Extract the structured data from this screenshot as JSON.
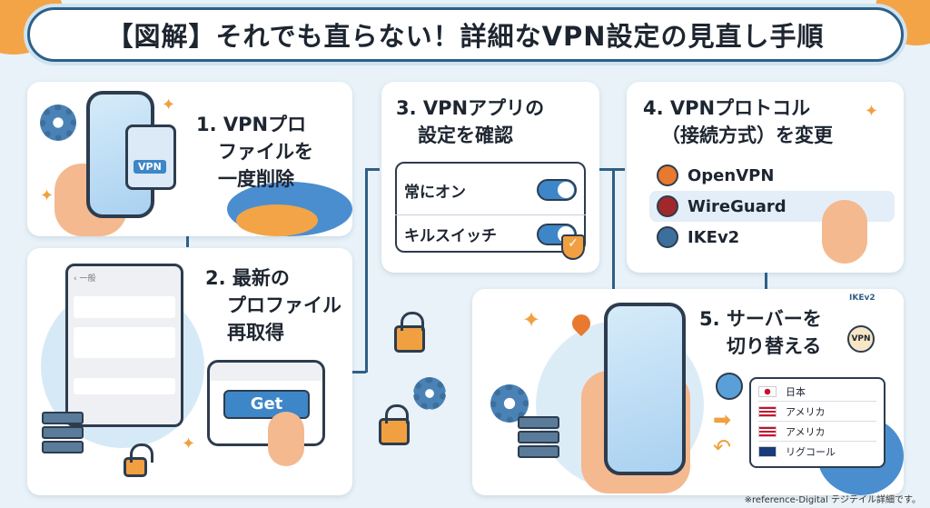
{
  "title": "【図解】それでも直らない！詳細なVPN設定の見直し手順",
  "steps": {
    "s1": {
      "num": "1.",
      "lines": [
        "VPNプロ",
        "ファイルを",
        "一度削除"
      ],
      "badge": "VPN"
    },
    "s2": {
      "num": "2.",
      "lines": [
        "最新の",
        "プロファイル",
        "再取得"
      ],
      "back_label": "一般",
      "get_button": "Get"
    },
    "s3": {
      "num": "3.",
      "lines": [
        "VPNアプリの",
        "設定を確認"
      ],
      "toggles": [
        {
          "label": "常にオン",
          "on": true
        },
        {
          "label": "キルスイッチ",
          "on": true
        }
      ]
    },
    "s4": {
      "num": "4.",
      "lines": [
        "VPNプロトコル",
        "（接続方式）を変更"
      ],
      "protocols": [
        {
          "name": "OpenVPN",
          "color": "#e8792e"
        },
        {
          "name": "WireGuard",
          "color": "#a0282a",
          "selected": true
        },
        {
          "name": "IKEv2",
          "color": "#3d6f9e"
        }
      ]
    },
    "s5": {
      "num": "5.",
      "lines": [
        "サーバーを",
        "切り替える"
      ],
      "badges": [
        "IKEv2",
        "VPN"
      ],
      "servers": [
        {
          "name": "日本",
          "flag": "jp"
        },
        {
          "name": "アメリカ",
          "flag": "us"
        },
        {
          "name": "アメリカ",
          "flag": "us"
        },
        {
          "name": "リグコール",
          "flag": "uk"
        }
      ]
    }
  },
  "footnote": "※reference-Digital テジテイル詳細です。",
  "colors": {
    "accent": "#2f5f86",
    "orange": "#f0a040",
    "blue": "#3d86c8"
  }
}
